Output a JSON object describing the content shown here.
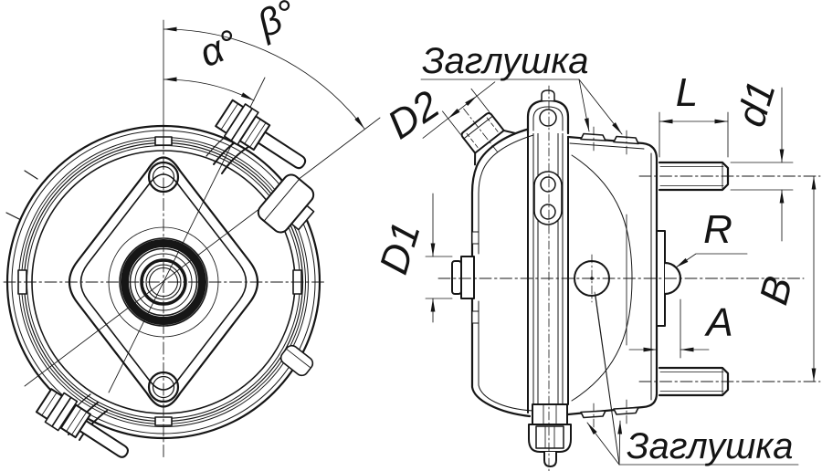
{
  "labels": {
    "alpha": "α°",
    "beta": "β°",
    "plug_top": "Заглушка",
    "plug_bottom": "Заглушка",
    "port_dia": "D2",
    "rod_hole_dia": "D1",
    "stud_length": "L",
    "stud_dia": "d1",
    "ball_radius": "R",
    "stud_span": "B",
    "ball_offset": "A"
  },
  "colors": {
    "line": "#161616",
    "background": "#ffffff"
  }
}
